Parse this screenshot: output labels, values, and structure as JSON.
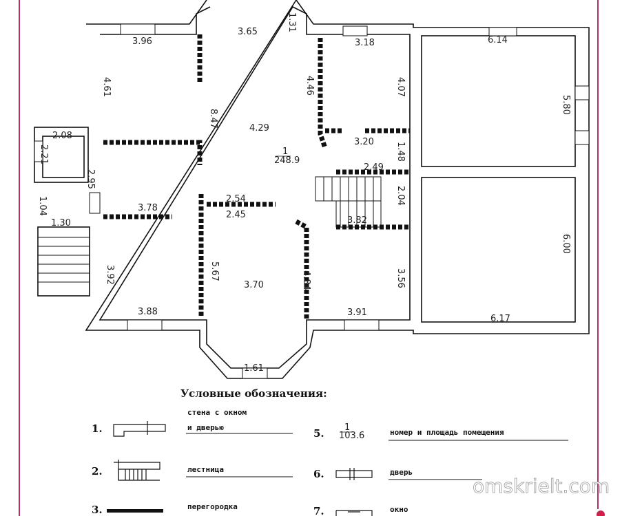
{
  "plan": {
    "dimensions": [
      "3.65",
      "1.31",
      "3.96",
      "3.18",
      "6.14",
      "4.61",
      "8.47",
      "4.29",
      "4.46",
      "4.07",
      "5.80",
      "3.20",
      "1.48",
      "2.08",
      "2.21",
      "2.49",
      "2.95",
      "2.04",
      "2.54",
      "2.45",
      "3.78",
      "3.82",
      "1.04",
      "1.30",
      "6.00",
      "3.92",
      "5.67",
      "3.70",
      "4.84",
      "3.56",
      "3.88",
      "3.91",
      "6.17",
      "1.61"
    ],
    "room": {
      "number": "1",
      "area": "248.9"
    }
  },
  "legend": {
    "title": "Условные обозначения:",
    "items": [
      {
        "num": "1.",
        "text1": "стена с окном",
        "text2": "и дверью"
      },
      {
        "num": "2.",
        "text": "лестница"
      },
      {
        "num": "3.",
        "text": "перегородка"
      },
      {
        "num": "5.",
        "frac_top": "1",
        "frac_bottom": "103.6",
        "text": "номер и площадь помещения"
      },
      {
        "num": "6.",
        "text": "дверь"
      },
      {
        "num": "7.",
        "text": "окно"
      }
    ]
  },
  "watermark": "omskrielt.com",
  "colors": {
    "border": "#b0306a",
    "dot": "#d0204a"
  }
}
